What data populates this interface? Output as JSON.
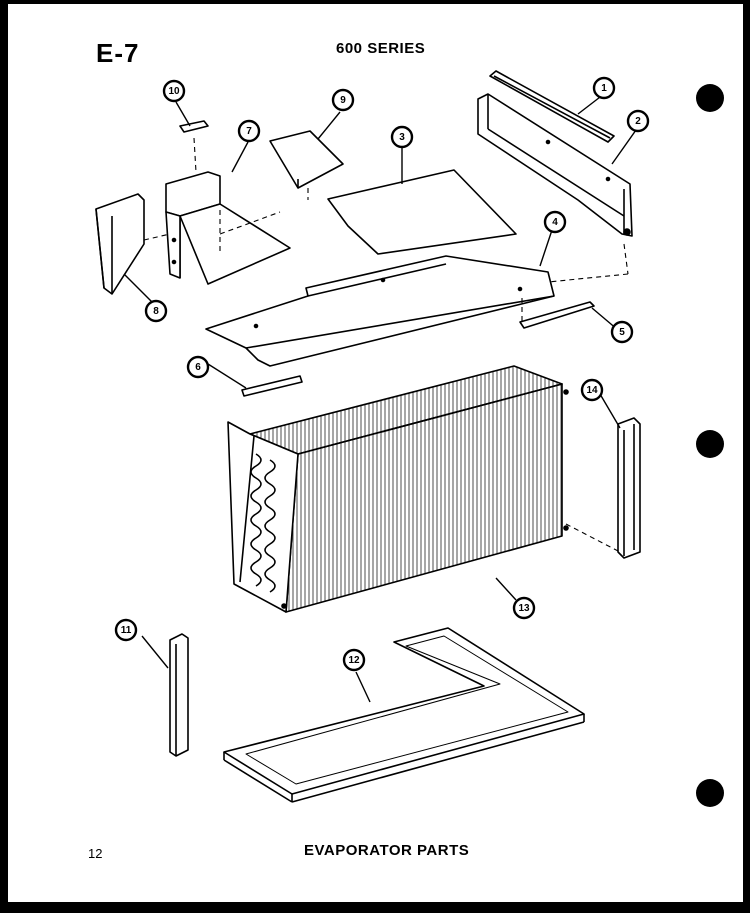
{
  "header": {
    "page_code": "E-7",
    "series": "600 SERIES"
  },
  "footer": {
    "page_number": "12",
    "section_title": "EVAPORATOR PARTS"
  },
  "callouts": [
    "1",
    "2",
    "3",
    "4",
    "5",
    "6",
    "7",
    "8",
    "9",
    "10",
    "11",
    "12",
    "13",
    "14"
  ]
}
